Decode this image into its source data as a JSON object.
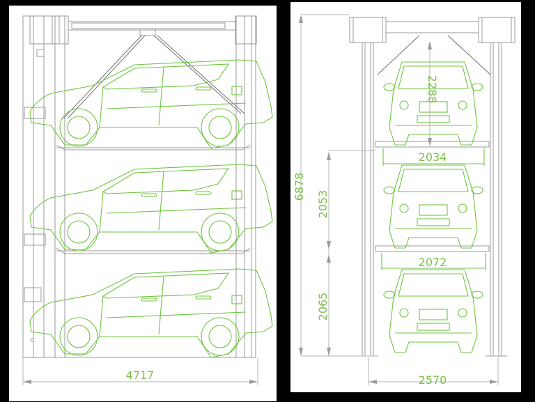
{
  "figure": {
    "description": "Three-level car parking lift technical drawing",
    "units": "mm",
    "colors": {
      "background": "#000000",
      "sheet": "#ffffff",
      "structure": "#9a9a9a",
      "vehicle": "#6cc43c",
      "dimension_text": "#7cc04a"
    }
  },
  "side_view": {
    "label": "side-elevation",
    "levels": 3,
    "dimensions": {
      "overall_length": "4717"
    }
  },
  "front_view": {
    "label": "front-elevation",
    "levels": 3,
    "dimensions": {
      "overall_height": "6878",
      "top_clearance": "2288",
      "upper_platform_width": "2034",
      "middle_level_height": "2053",
      "lower_platform_width": "2072",
      "bottom_level_height": "2065",
      "overall_width": "2570"
    }
  }
}
